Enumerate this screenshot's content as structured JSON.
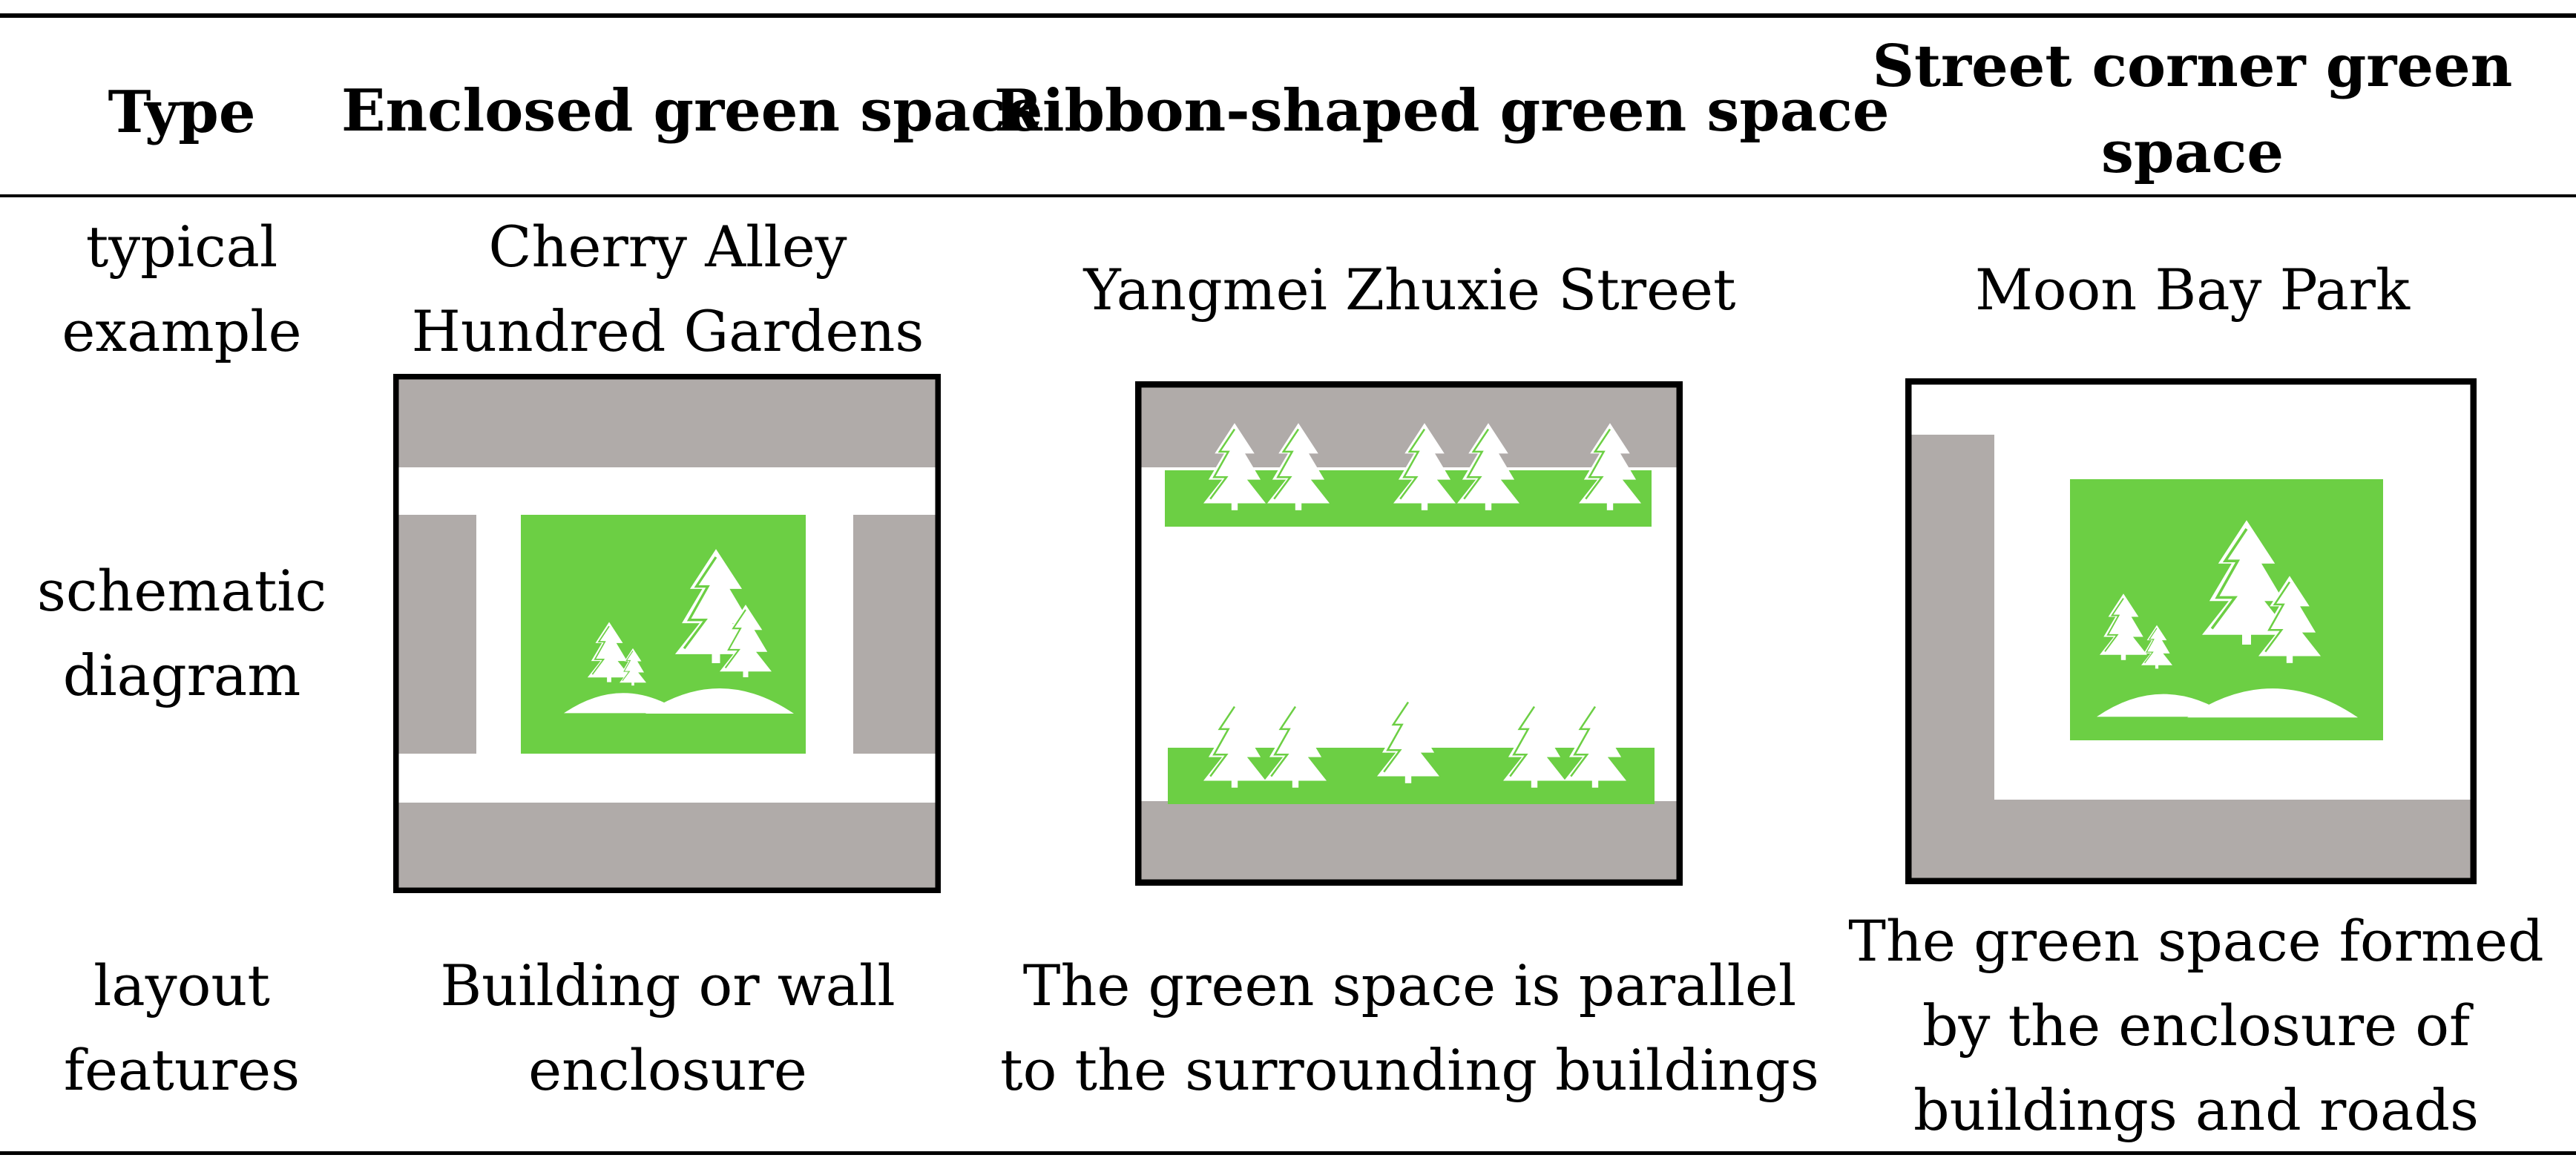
{
  "table": {
    "headers": [
      "Type",
      "Enclosed green space",
      "Ribbon-shaped green space",
      "Street corner green space"
    ],
    "rows": {
      "example": {
        "label": "typical example",
        "values": [
          "Cherry Alley Hundred Gardens",
          "Yangmei Zhuxie Street",
          "Moon Bay Park"
        ]
      },
      "diagram": {
        "label": "schematic diagram",
        "values": [
          "enclosed-diagram",
          "ribbon-diagram",
          "corner-diagram"
        ]
      },
      "layout": {
        "label": "layout features",
        "values": [
          "Building or wall enclosure",
          "The green space is parallel to the surrounding buildings",
          "The green space formed by the enclosure of buildings and roads"
        ]
      }
    }
  },
  "colors": {
    "green": "#6ccf44",
    "building_gray": "#b0aba9",
    "frame": "#000000"
  },
  "icons": [
    "tree-icon"
  ]
}
